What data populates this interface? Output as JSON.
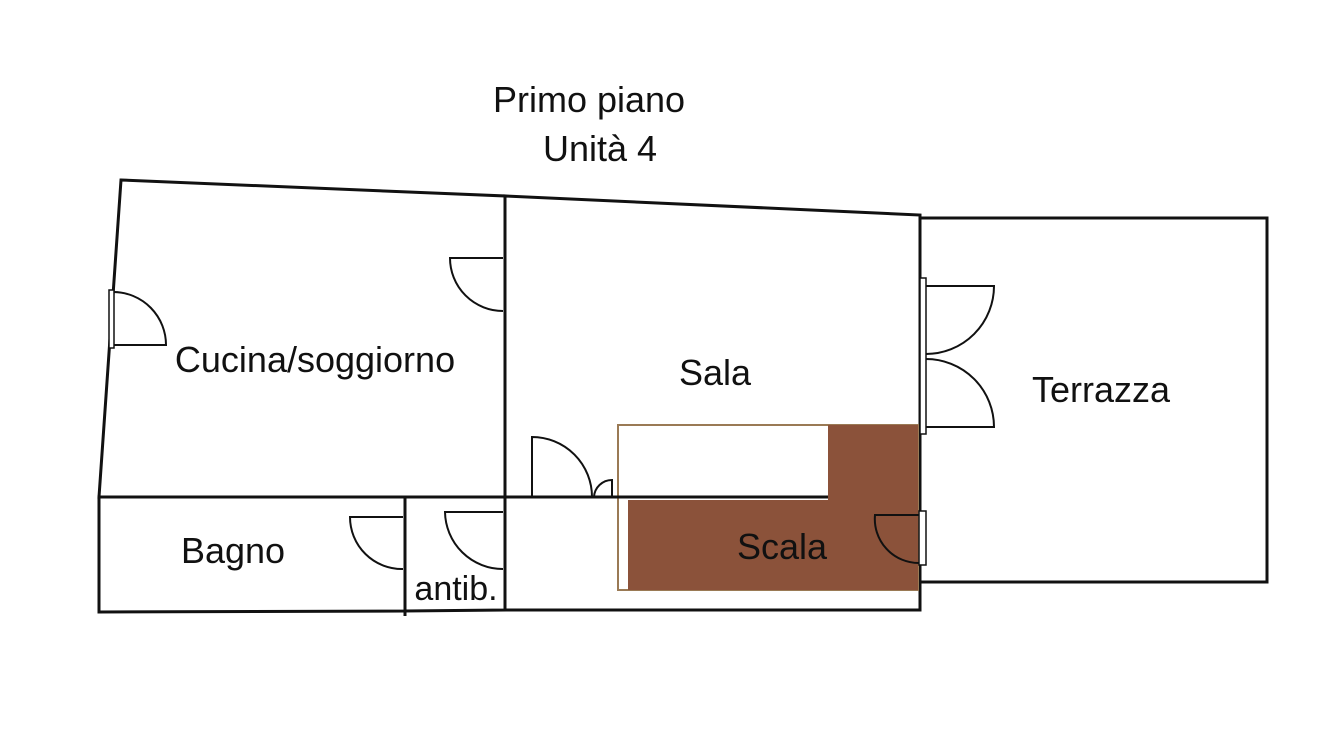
{
  "title": {
    "line1": "Primo piano",
    "line2": "Unità 4"
  },
  "rooms": {
    "cucina": {
      "label": "Cucina/soggiorno",
      "color": "#F7DB6A"
    },
    "sala": {
      "label": "Sala",
      "color": "#F1BC78"
    },
    "terrazza": {
      "label": "Terrazza",
      "color": "#B4B3BA"
    },
    "bagno": {
      "label": "Bagno",
      "color": "#5580A2"
    },
    "antib": {
      "label": "antib.",
      "color": "#5580A2"
    },
    "corridoio": {
      "color": "#B4B3BA"
    },
    "scala": {
      "label": "Scala",
      "color": "#8B523A"
    }
  }
}
